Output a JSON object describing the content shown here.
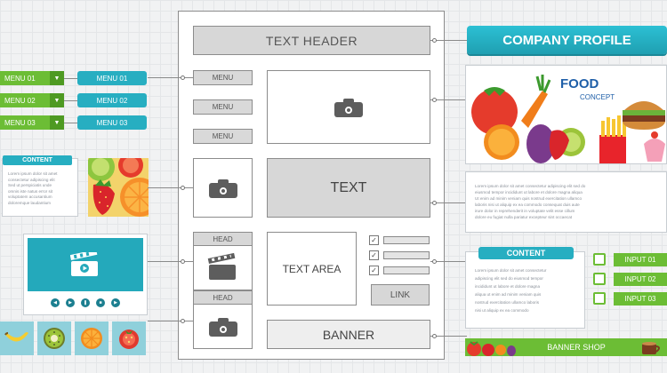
{
  "left_menu_green": [
    "MENU 01",
    "MENU 02",
    "MENU 03"
  ],
  "left_menu_teal": [
    "MENU 01",
    "MENU 02",
    "MENU 03"
  ],
  "content_card_left": {
    "title": "CONTENT",
    "lines": [
      "Lorem ipsum dolor sit amet",
      "consectetur adipiscing elit",
      "Sed ut perspiciatis unde",
      "omnis iste natus error sit",
      "voluptatem accusantium",
      "doloremque laudantium"
    ]
  },
  "wireframe": {
    "header": "TEXT HEADER",
    "menu": [
      "MENU",
      "MENU",
      "MENU"
    ],
    "text": "TEXT",
    "head1": "HEAD",
    "head2": "HEAD",
    "text_area": "TEXT  AREA",
    "link": "LINK",
    "banner": "BANNER"
  },
  "company_profile": "COMPANY PROFILE",
  "food_banner": {
    "line1": "FOOD",
    "line2": "CONCEPT"
  },
  "text_block_right": [
    "Lorem ipsum dolor sit amet consectetur adipiscing elit sed do",
    "eiusmod tempor incididunt ut labore et dolore magna aliqua",
    "Ut enim ad minim veniam quis nostrud exercitation ullamco",
    "laboris nisi ut aliquip ex ea commodo consequat duis aute",
    "irure dolor in reprehenderit in voluptate velit esse cillum",
    "dolore eu fugiat nulla pariatur excepteur sint occaecat"
  ],
  "content_card_right": {
    "title": "CONTENT",
    "lines": [
      "Lorem ipsum dolor sit amet consectetur",
      "adipiscing elit sed do eiusmod tempor",
      "incididunt ut labore et dolore magna",
      "aliqua ut enim ad minim veniam quis",
      "nostrud exercitation ullamco laboris",
      "nisi ut aliquip ex ea commodo"
    ]
  },
  "inputs": [
    "INPUT 01",
    "INPUT 02",
    "INPUT 03"
  ],
  "banner_shop": "BANNER SHOP",
  "colors": {
    "green": "#6cbd35",
    "teal": "#27aec1",
    "wire_gray": "#d7d7d7"
  }
}
